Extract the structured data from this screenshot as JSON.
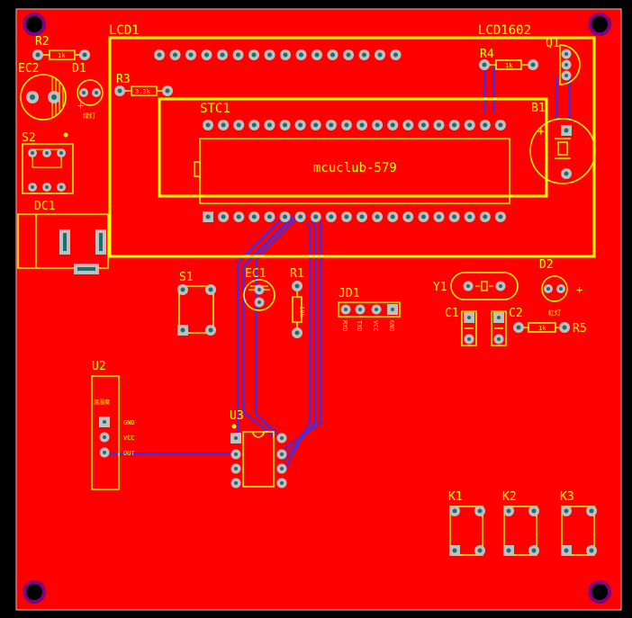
{
  "board": {
    "lcd1_label": "LCD1",
    "lcd1602_label": "LCD1602",
    "stc1_label": "STC1",
    "chip_text": "mcuclub-579",
    "r2": "R2",
    "r2_val": "1k",
    "r3": "R3",
    "r3_val": "3.3k",
    "r4": "R4",
    "r4_val": "1k",
    "r5": "R5",
    "r5_val": "1k",
    "r1": "R1",
    "r1_val": "10k",
    "ec2": "EC2",
    "d1": "D1",
    "d1_sub": "绿灯",
    "s2": "S2",
    "dc1": "DC1",
    "q1": "Q1",
    "b1": "B1",
    "s1": "S1",
    "ec1": "EC1",
    "jd1": "JD1",
    "jd1_pins": [
      "RXD",
      "TXD",
      "VCC",
      "GND"
    ],
    "y1": "Y1",
    "d2": "D2",
    "d2_sub": "红灯",
    "c1": "C1",
    "c2": "C2",
    "u2": "U2",
    "u2_sub": "温湿度",
    "u2_pins": [
      "GND",
      "VCC",
      "OUT"
    ],
    "u3": "U3",
    "k1": "K1",
    "k2": "K2",
    "k3": "K3",
    "plus": "+"
  },
  "colors": {
    "board_bg": "#ff0000",
    "silk": "#ffff00",
    "pad": "#c0c0c0",
    "hole": "#1a7070",
    "trace": "#3030ff",
    "mount": "#800080"
  }
}
